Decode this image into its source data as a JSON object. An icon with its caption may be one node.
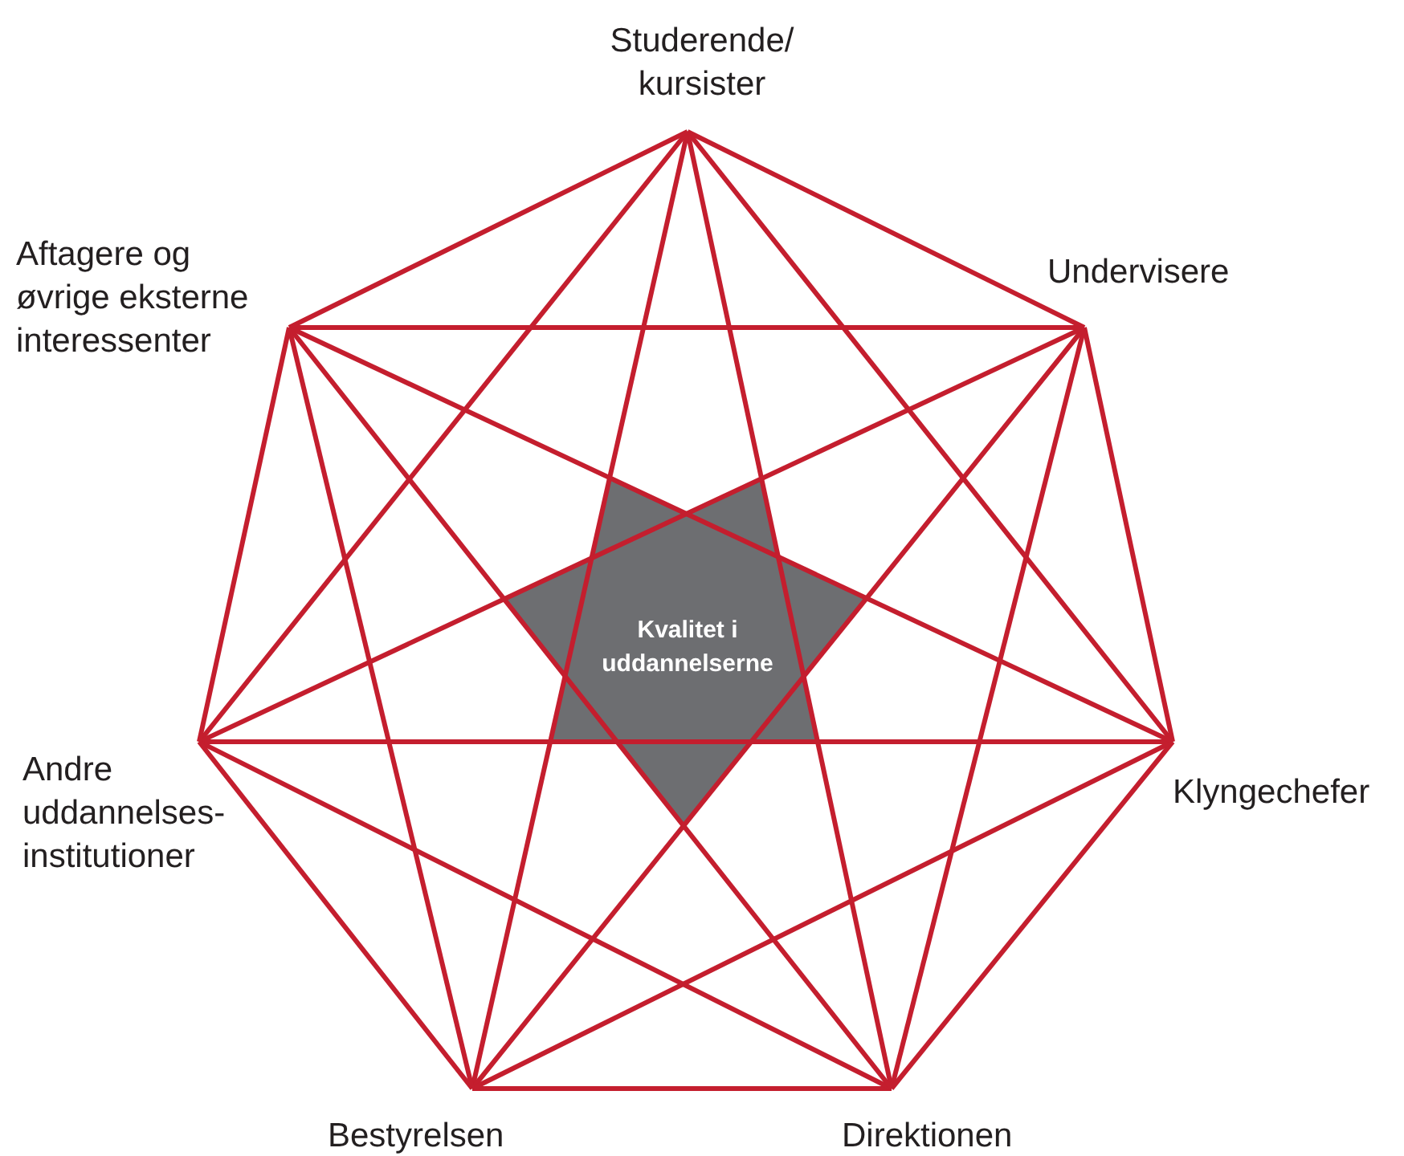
{
  "diagram": {
    "nodes": [
      {
        "text": [
          "Studerende/ kursister"
        ]
      },
      {
        "text": [
          "Aftagere og øvrige eksterne interessenter"
        ]
      },
      {
        "text": [
          "Undervisere"
        ]
      },
      {
        "text": [
          "Kvalitet i uddannelserne"
        ]
      },
      {
        "text": [
          "Andre uddannelses-institutioner"
        ]
      },
      {
        "text": [
          "Klyngechefer"
        ]
      },
      {
        "text": [
          "Bestyrelsen"
        ]
      },
      {
        "text": [
          "Direktionen"
        ]
      }
    ],
    "edges": [
      {
        "from": 0,
        "to": 2,
        "arrow": "none"
      },
      {
        "from": 0,
        "to": 5,
        "arrow": "none"
      },
      {
        "from": 0,
        "to": 7,
        "arrow": "none"
      },
      {
        "from": 0,
        "to": 6,
        "arrow": "none"
      },
      {
        "from": 0,
        "to": 4,
        "arrow": "none"
      },
      {
        "from": 0,
        "to": 1,
        "arrow": "none"
      },
      {
        "from": 2,
        "to": 5,
        "arrow": "none"
      },
      {
        "from": 2,
        "to": 7,
        "arrow": "none"
      },
      {
        "from": 2,
        "to": 6,
        "arrow": "none"
      },
      {
        "from": 2,
        "to": 4,
        "arrow": "none"
      },
      {
        "from": 2,
        "to": 1,
        "arrow": "none"
      },
      {
        "from": 5,
        "to": 7,
        "arrow": "none"
      },
      {
        "from": 5,
        "to": 6,
        "arrow": "none"
      },
      {
        "from": 5,
        "to": 4,
        "arrow": "none"
      },
      {
        "from": 5,
        "to": 1,
        "arrow": "none"
      },
      {
        "from": 7,
        "to": 6,
        "arrow": "none"
      },
      {
        "from": 7,
        "to": 4,
        "arrow": "none"
      },
      {
        "from": 7,
        "to": 1,
        "arrow": "none"
      },
      {
        "from": 6,
        "to": 4,
        "arrow": "none"
      },
      {
        "from": 6,
        "to": 1,
        "arrow": "none"
      },
      {
        "from": 4,
        "to": 1,
        "arrow": "none"
      }
    ]
  }
}
